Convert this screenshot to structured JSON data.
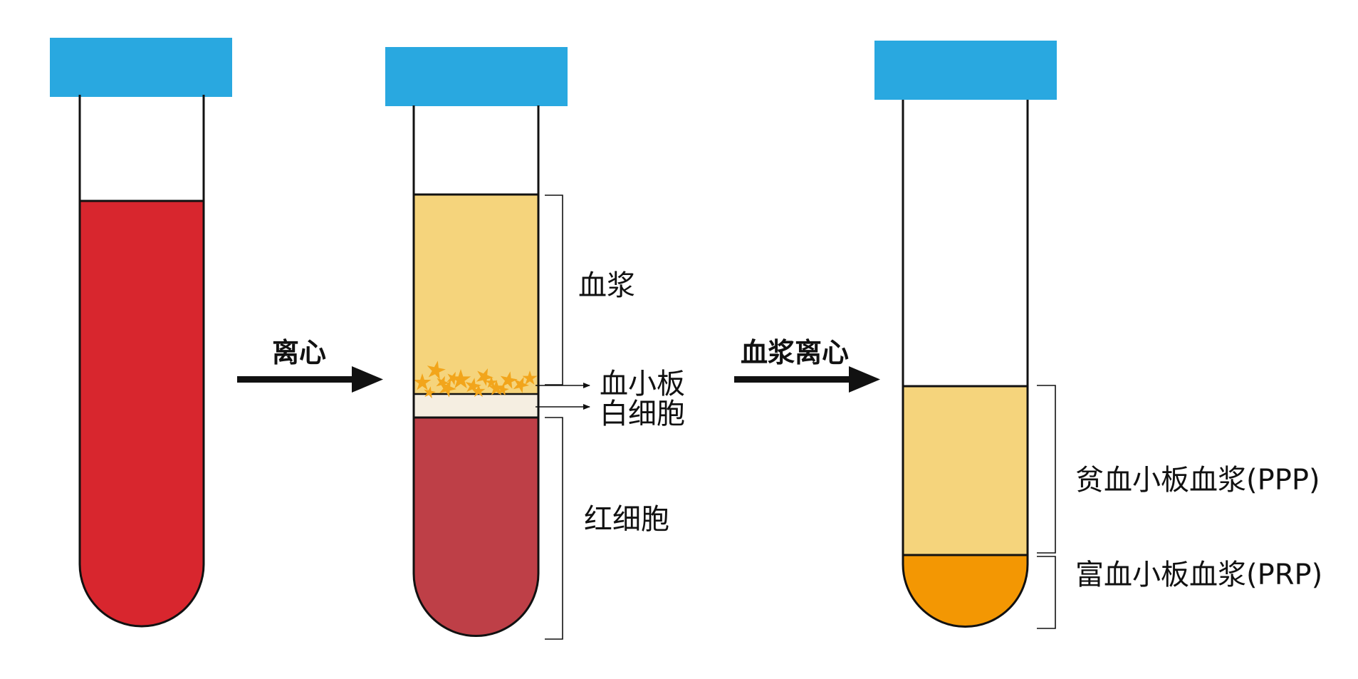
{
  "colors": {
    "cap": "#29A8E0",
    "whole_blood": "#D8262E",
    "plasma": "#F5D47C",
    "buffy_coat": "#F5EEE1",
    "red_cells": "#BE3F47",
    "platelets": "#F2A51B",
    "prp": "#F39703",
    "outline": "#111111"
  },
  "steps": {
    "first_arrow_label": "离心",
    "second_arrow_label": "血浆离心"
  },
  "tube2": {
    "plasma_label": "血浆",
    "platelet_label": "血小板",
    "wbc_label": "白细胞",
    "rbc_label": "红细胞"
  },
  "tube3": {
    "ppp_label": "贫血小板血浆(PPP)",
    "prp_label": "富血小板血浆(PRP)"
  }
}
